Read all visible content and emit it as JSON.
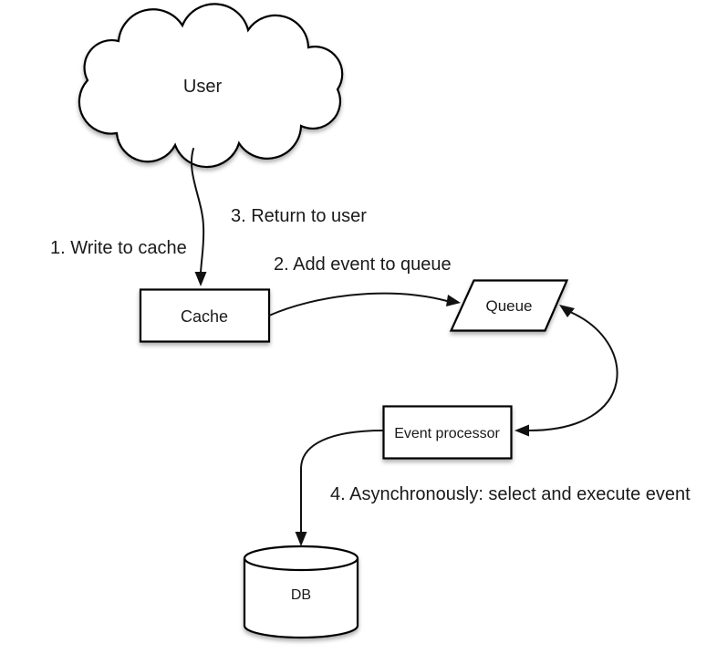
{
  "nodes": {
    "user": {
      "label": "User",
      "shape": "cloud"
    },
    "cache": {
      "label": "Cache",
      "shape": "rectangle"
    },
    "queue": {
      "label": "Queue",
      "shape": "parallelogram"
    },
    "event_processor": {
      "label": "Event processor",
      "shape": "rectangle"
    },
    "db": {
      "label": "DB",
      "shape": "cylinder"
    }
  },
  "edges": {
    "user_to_cache": {
      "from": "User",
      "to": "Cache",
      "direction": "one-way",
      "label": "1. Write to cache"
    },
    "cache_to_user": {
      "from": "Cache",
      "to": "User",
      "direction": "annotation-on-same-arrow",
      "label": "3. Return to user"
    },
    "cache_to_queue": {
      "from": "Cache",
      "to": "Queue",
      "direction": "one-way",
      "label": "2. Add event to queue"
    },
    "queue_event_processor": {
      "from": "Queue",
      "to": "Event processor",
      "direction": "two-way",
      "label": ""
    },
    "event_processor_to_db": {
      "from": "Event processor",
      "to": "DB",
      "direction": "one-way",
      "label": "4. Asynchronously: select and execute event"
    }
  },
  "colors": {
    "background": "#ffffff",
    "shape_fill": "#ffffff",
    "stroke": "#000000",
    "text": "#1a1a1a"
  }
}
